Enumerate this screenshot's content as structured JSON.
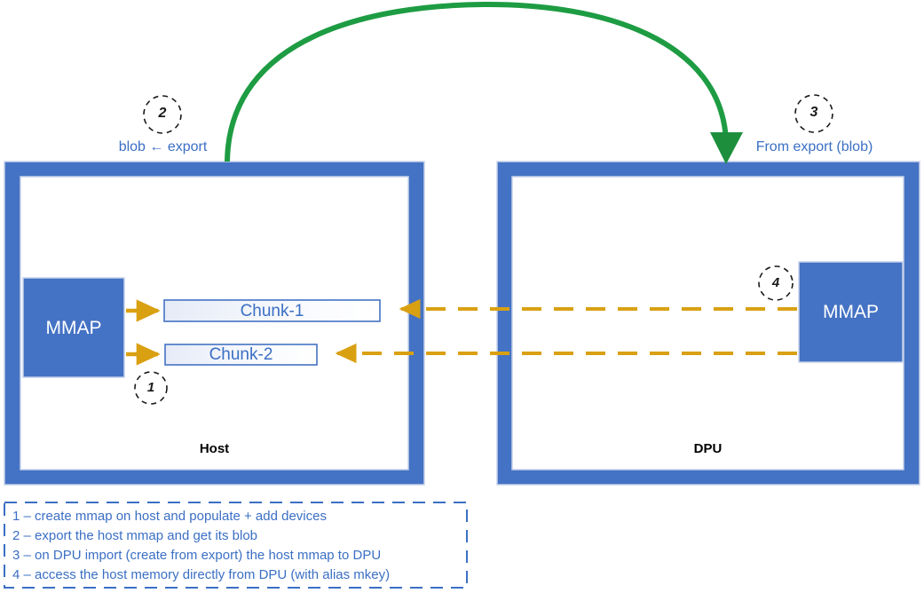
{
  "diagram": {
    "title_hidden": "",
    "colors": {
      "panel_blue": "#4472C4",
      "panel_border": "#B9C6E4",
      "arrow_orange": "#D9A012",
      "arrow_green": "#1E9C43",
      "label_blue": "#3B6FC4",
      "legend_text": "#3B6FC4",
      "legend_border": "#3B6FC4",
      "chunk_border": "#4472C4",
      "chunk_fill_start": "#E8ECF7",
      "chunk_fill_end": "#FFFFFF",
      "circle_stroke": "#1A1A1A",
      "panel_label": "#000000"
    },
    "panels": [
      {
        "id": "host",
        "label": "Host"
      },
      {
        "id": "dpu",
        "label": "DPU"
      }
    ],
    "blocks": [
      {
        "id": "host-mmap",
        "label": "MMAP"
      },
      {
        "id": "dpu-mmap",
        "label": "MMAP"
      }
    ],
    "chunks": [
      {
        "id": "chunk-1",
        "label": "Chunk-1"
      },
      {
        "id": "chunk-2",
        "label": "Chunk-2"
      }
    ],
    "markers": [
      {
        "id": "marker-1",
        "number": "1"
      },
      {
        "id": "marker-2",
        "number": "2"
      },
      {
        "id": "marker-3",
        "number": "3"
      },
      {
        "id": "marker-4",
        "number": "4"
      }
    ],
    "annotations": [
      {
        "id": "export-label",
        "text": "blob ← export"
      },
      {
        "id": "import-label",
        "text": "From export (blob)"
      }
    ],
    "legend": {
      "items": [
        "1 – create mmap on host and populate + add devices",
        "2 – export the host mmap and get its blob",
        "3 – on DPU import (create from export) the host mmap to DPU",
        "4 – access the host memory directly from DPU (with alias mkey)"
      ]
    }
  }
}
